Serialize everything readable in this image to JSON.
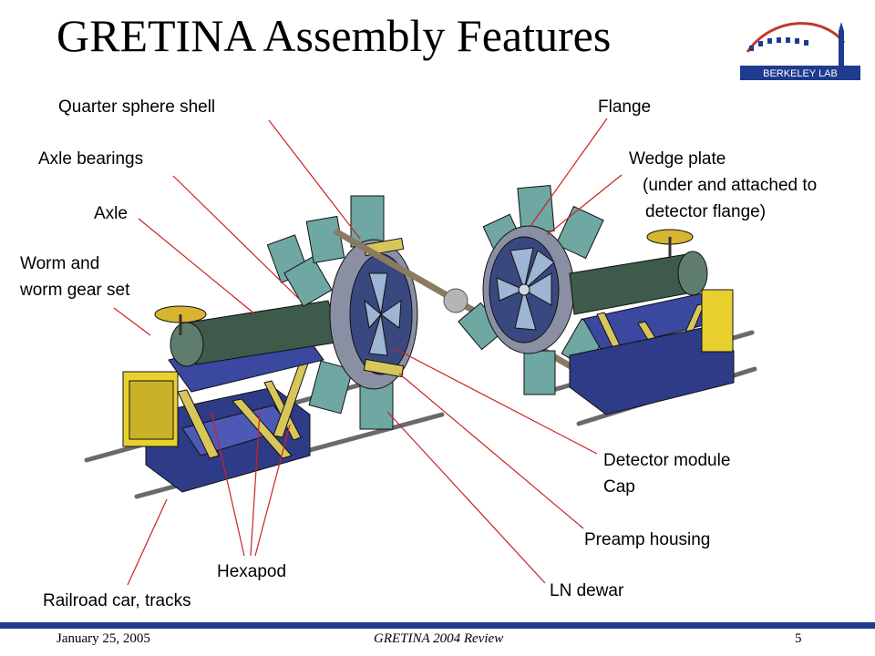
{
  "slide": {
    "title": "GRETINA Assembly Features",
    "logo_text": "BERKELEY LAB"
  },
  "labels": {
    "quarter_sphere_shell": "Quarter sphere shell",
    "axle_bearings": "Axle bearings",
    "axle": "Axle",
    "worm_gear_line1": "Worm and",
    "worm_gear_line2": "worm gear set",
    "flange": "Flange",
    "wedge_plate_line1": "Wedge plate",
    "wedge_plate_line2": "(under and attached to",
    "wedge_plate_line3": "detector flange)",
    "detector_module": "Detector module",
    "cap": "Cap",
    "preamp_housing": "Preamp housing",
    "hexapod": "Hexapod",
    "ln_dewar": "LN dewar",
    "railroad": "Railroad car, tracks"
  },
  "footer": {
    "date": "January 25, 2005",
    "center": "GRETINA 2004 Review",
    "page": "5"
  },
  "colors": {
    "leader_line": "#cc2222",
    "footer_bar": "#1f3b8f",
    "logo_blue": "#1f3b8f",
    "logo_red": "#c0392b"
  }
}
